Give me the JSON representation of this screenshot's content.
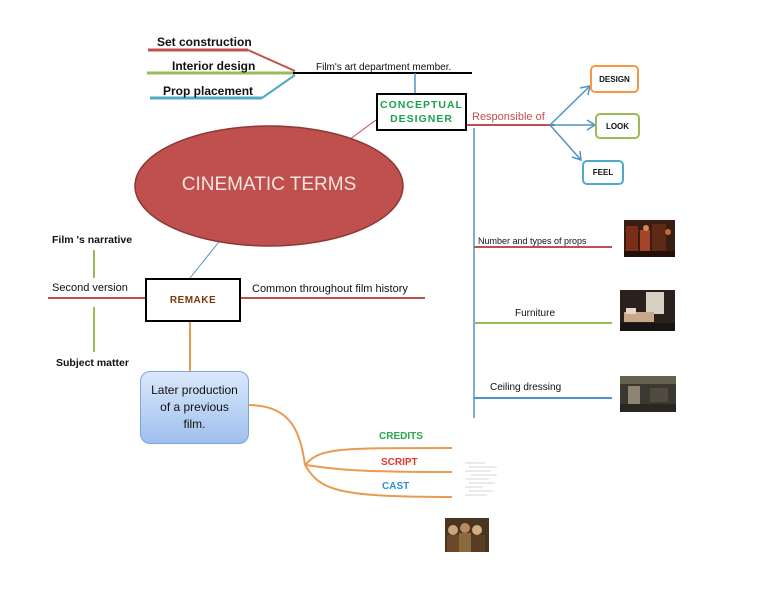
{
  "central": {
    "label": "CINEMATIC TERMS"
  },
  "top_branches": {
    "set_construction": "Set construction",
    "interior_design": "Interior design",
    "prop_placement": "Prop placement",
    "definition": "Film's art department member."
  },
  "designer": {
    "line1": "CONCEPTUAL",
    "line2": "DESIGNER",
    "relation": "Responsible of",
    "children": [
      "DESIGN",
      "LOOK",
      "FEEL"
    ]
  },
  "designer_items": [
    "Number and types of props",
    "Furniture",
    "Ceiling dressing"
  ],
  "remake": {
    "label": "REMAKE",
    "common": "Common throughout film history",
    "narrative": "Film 's narrative",
    "second_version": "Second version",
    "subject_matter": "Subject matter",
    "definition": "Later production of a previous film.",
    "children": [
      "CREDITS",
      "SCRIPT",
      "CAST"
    ]
  },
  "colors": {
    "ellipse_fill": "#c0504d",
    "ellipse_stroke": "#8c3836",
    "red_line": "#c0504d",
    "green_line": "#9bbb59",
    "blue_line": "#4f94c8",
    "orange_line": "#e99b52",
    "credits_text": "#29a84f",
    "script_text": "#e03a2e",
    "cast_text": "#2e8fd6",
    "concept_text": "#18a44a",
    "design_border": "#f79646",
    "look_border": "#9bbb59",
    "feel_border": "#4bacc6"
  }
}
